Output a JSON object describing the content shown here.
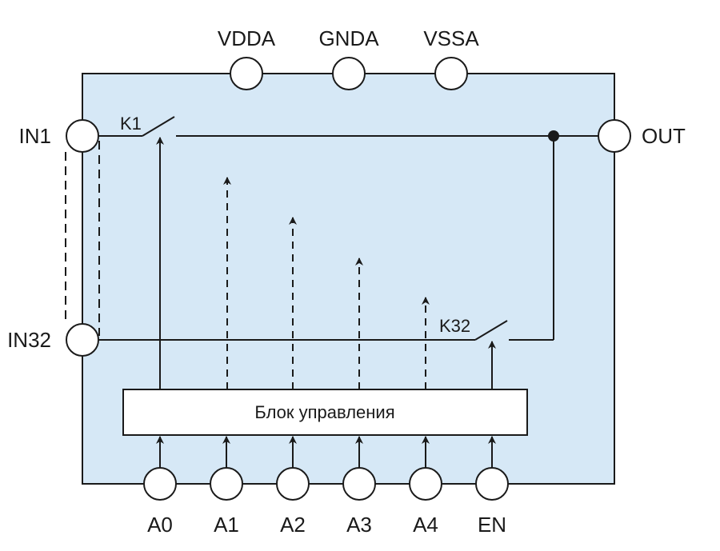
{
  "colors": {
    "chip_fill": "#d6e8f6",
    "line": "#1a1a1a",
    "block_fill": "#ffffff"
  },
  "power_pins": {
    "vdda": "VDDA",
    "gnda": "GNDA",
    "vssa": "VSSA"
  },
  "inputs": {
    "in1": "IN1",
    "in32": "IN32"
  },
  "output": "OUT",
  "switches": {
    "k1": "K1",
    "k32": "K32"
  },
  "control_block": "Блок управления",
  "address_pins": {
    "a0": "A0",
    "a1": "A1",
    "a2": "A2",
    "a3": "A3",
    "a4": "A4",
    "en": "EN"
  }
}
